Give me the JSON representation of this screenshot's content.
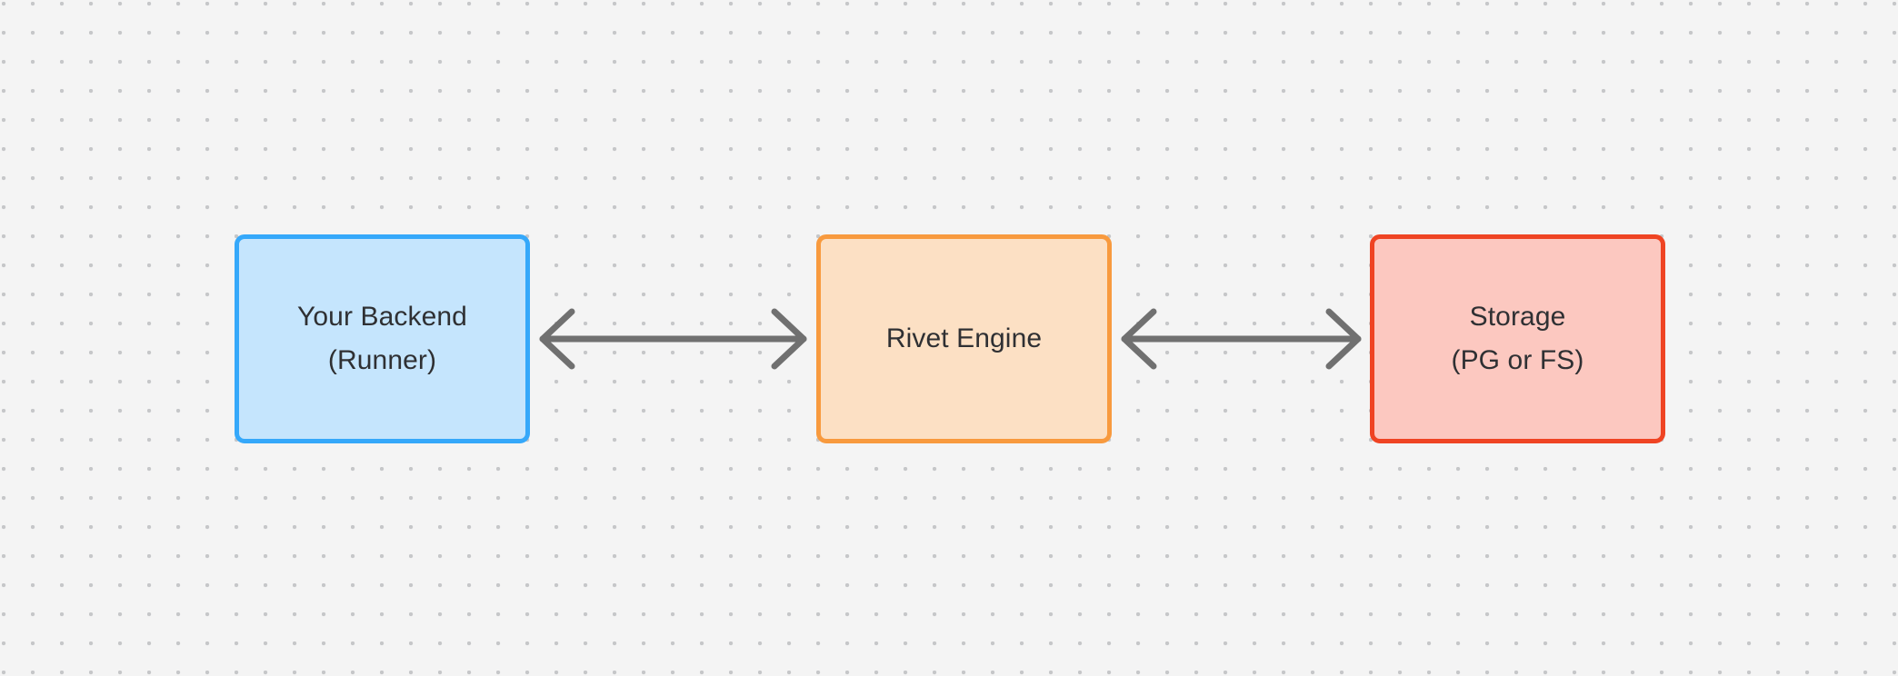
{
  "diagram": {
    "type": "flowchart",
    "orientation": "left-to-right",
    "background_color": "#f4f4f4",
    "grid": "dotted",
    "nodes": [
      {
        "id": "backend",
        "label_line1": "Your Backend",
        "label_line2": "(Runner)",
        "fill_color": "#c5e5fd",
        "border_color": "#35a8fa",
        "text_color": "#2f3033",
        "shape": "rounded-rect"
      },
      {
        "id": "engine",
        "label_line1": "Rivet Engine",
        "label_line2": "",
        "fill_color": "#fce0c4",
        "border_color": "#f89a3e",
        "text_color": "#2f3033",
        "shape": "rounded-rect"
      },
      {
        "id": "storage",
        "label_line1": "Storage",
        "label_line2": "(PG or FS)",
        "fill_color": "#fcc8c0",
        "border_color": "#ef4423",
        "text_color": "#2f3033",
        "shape": "rounded-rect"
      }
    ],
    "edges": [
      {
        "id": "edge-backend-engine",
        "from": "backend",
        "to": "engine",
        "label": "",
        "direction": "bidirectional",
        "color": "#707070"
      },
      {
        "id": "edge-engine-storage",
        "from": "engine",
        "to": "storage",
        "label": "",
        "direction": "bidirectional",
        "color": "#707070"
      }
    ]
  }
}
